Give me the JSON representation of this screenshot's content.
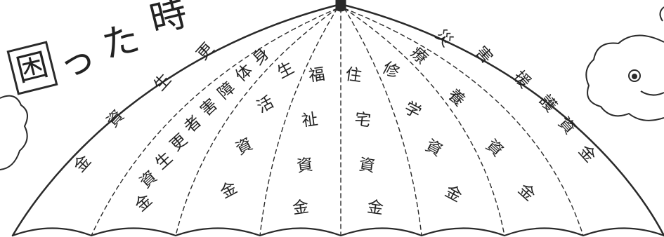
{
  "title": {
    "chars": [
      "困",
      "っ",
      "た",
      "時"
    ]
  },
  "panels": [
    {
      "chars": [
        "更",
        "生",
        "資",
        "金"
      ]
    },
    {
      "chars": [
        "身",
        "体",
        "障",
        "害",
        "者",
        "更",
        "生",
        "資",
        "金"
      ]
    },
    {
      "chars": [
        "生",
        "活",
        "資",
        "金"
      ]
    },
    {
      "chars": [
        "福",
        "祉",
        "資",
        "金"
      ]
    },
    {
      "chars": [
        "住",
        "宅",
        "資",
        "金"
      ]
    },
    {
      "chars": [
        "修",
        "学",
        "資",
        "金"
      ]
    },
    {
      "chars": [
        "療",
        "養",
        "資",
        "金"
      ]
    },
    {
      "chars": [
        "災",
        "害",
        "援",
        "護",
        "資",
        "金"
      ]
    }
  ],
  "colors": {
    "ink": "#222222",
    "paper": "#ffffff",
    "handle": "#2a2a2a"
  }
}
